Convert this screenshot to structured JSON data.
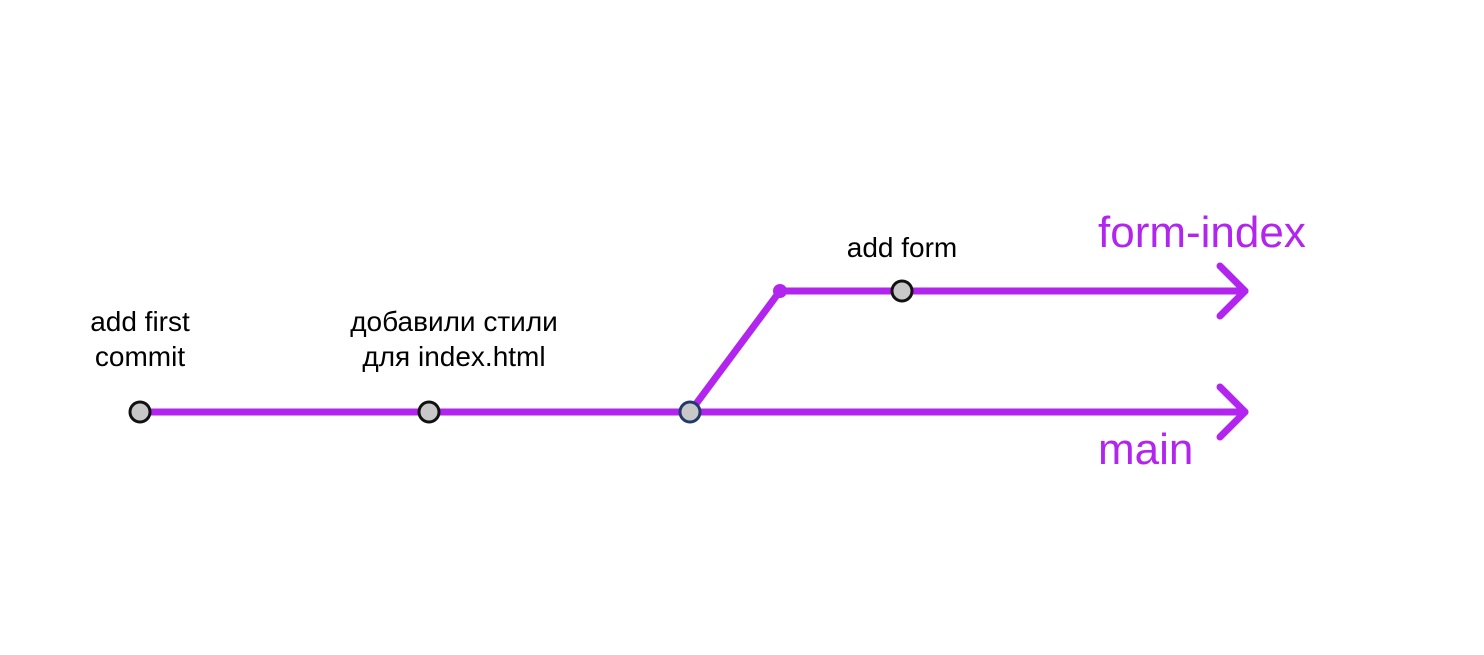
{
  "colors": {
    "branch": "#b225ef",
    "commit_fill": "#c8c8c8",
    "commit_stroke": "#111111",
    "merge_commit_stroke": "#23396b",
    "text": "#000000"
  },
  "commits": [
    {
      "line1": "add first",
      "line2": "commit"
    },
    {
      "line1": "добавили стили",
      "line2": "для index.html"
    },
    {
      "line1": "",
      "line2": ""
    },
    {
      "line1": "add form",
      "line2": ""
    }
  ],
  "branches": {
    "main": "main",
    "feature": "form-index"
  }
}
